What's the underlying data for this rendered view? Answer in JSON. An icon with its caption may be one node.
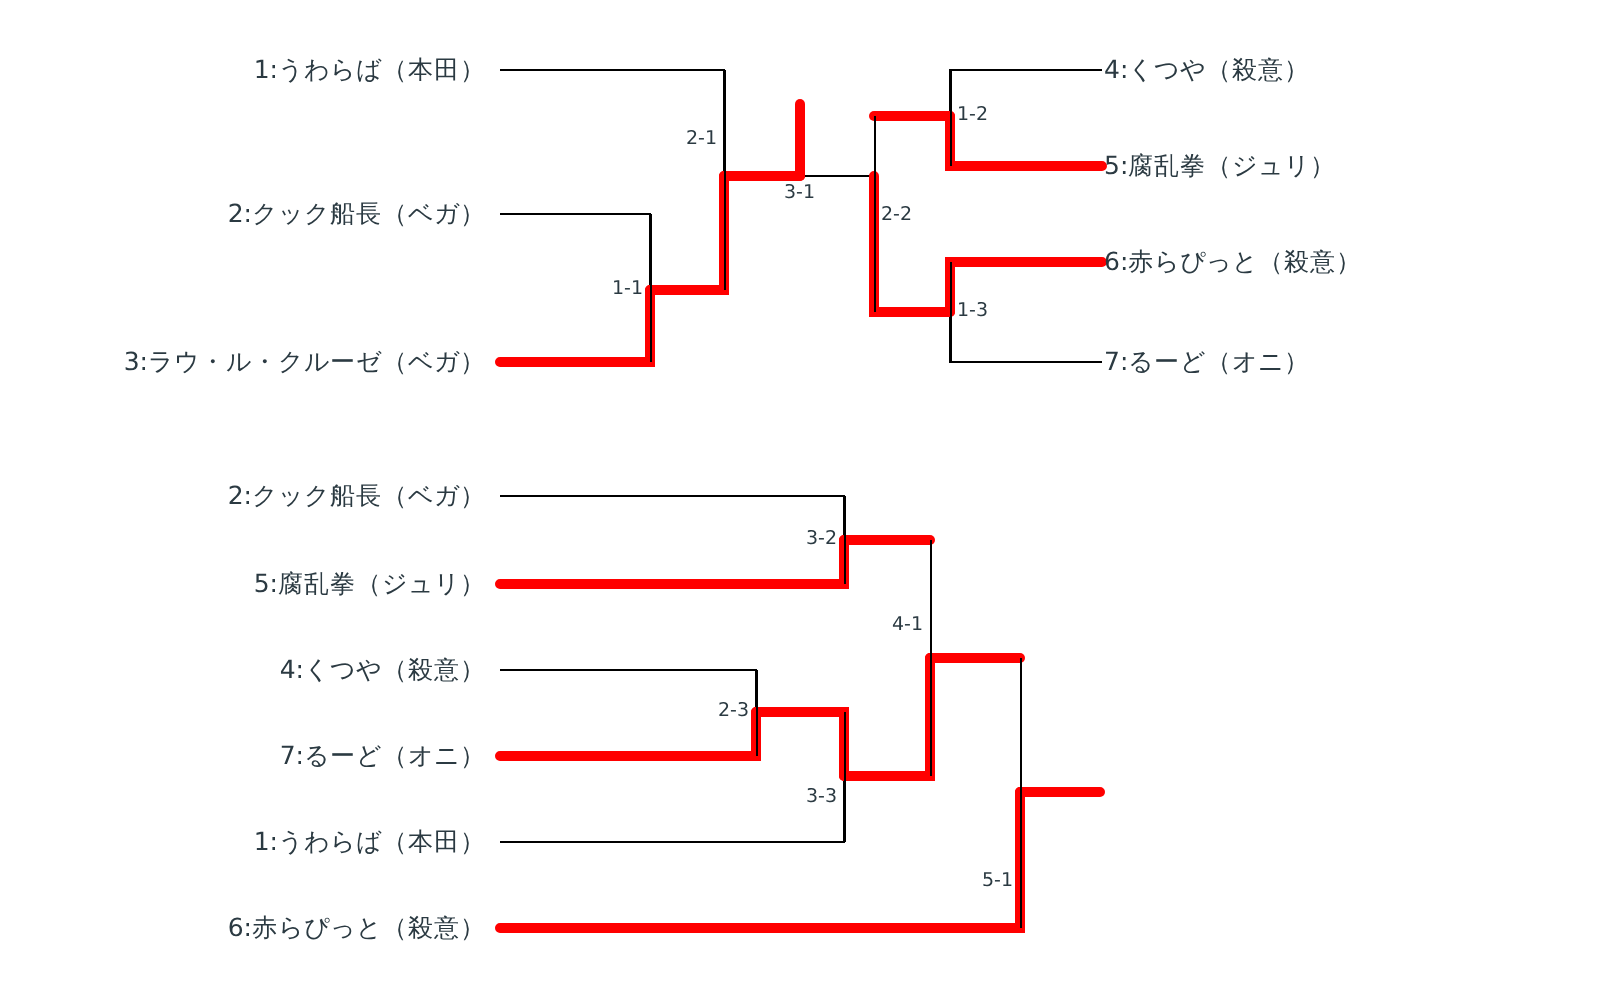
{
  "diagram": {
    "nodes": [
      {
        "text": [
          "1:うわらば（本田）"
        ]
      },
      {
        "text": [
          "2:クック船長（ベガ）"
        ]
      },
      {
        "text": [
          "3:ラウ・ル・クルーゼ（ベガ）"
        ]
      },
      {
        "text": [
          "4:くつや（殺意）"
        ]
      },
      {
        "text": [
          "5:腐乱拳（ジュリ）"
        ]
      },
      {
        "text": [
          "6:赤らぴっと（殺意）"
        ]
      },
      {
        "text": [
          "7:るーど（オニ）"
        ]
      },
      {
        "text": [
          "1-1"
        ]
      },
      {
        "text": [
          "2-1"
        ]
      },
      {
        "text": [
          "3-1"
        ]
      },
      {
        "text": [
          "1-2"
        ]
      },
      {
        "text": [
          "2-2"
        ]
      },
      {
        "text": [
          "1-3"
        ]
      },
      {
        "text": [
          "2:クック船長（ベガ）"
        ]
      },
      {
        "text": [
          "5:腐乱拳（ジュリ）"
        ]
      },
      {
        "text": [
          "4:くつや（殺意）"
        ]
      },
      {
        "text": [
          "7:るーど（オニ）"
        ]
      },
      {
        "text": [
          "1:うわらば（本田）"
        ]
      },
      {
        "text": [
          "6:赤らぴっと（殺意）"
        ]
      },
      {
        "text": [
          "3-2"
        ]
      },
      {
        "text": [
          "2-3"
        ]
      },
      {
        "text": [
          "3-3"
        ]
      },
      {
        "text": [
          "4-1"
        ]
      },
      {
        "text": [
          "5-1"
        ]
      }
    ],
    "edges": [
      {
        "from": 1,
        "to": 7,
        "arrow": "none",
        "color": "#000000"
      },
      {
        "from": 2,
        "to": 7,
        "arrow": "none"
      },
      {
        "from": 0,
        "to": 8,
        "arrow": "none",
        "color": "#000000"
      },
      {
        "from": 7,
        "to": 8,
        "arrow": "none"
      },
      {
        "from": 8,
        "to": 9,
        "arrow": "none"
      },
      {
        "from": 3,
        "to": 10,
        "arrow": "none",
        "color": "#000000"
      },
      {
        "from": 4,
        "to": 10,
        "arrow": "none"
      },
      {
        "from": 5,
        "to": 12,
        "arrow": "none"
      },
      {
        "from": 6,
        "to": 12,
        "arrow": "none",
        "color": "#000000"
      },
      {
        "from": 10,
        "to": 11,
        "arrow": "none"
      },
      {
        "from": 12,
        "to": 11,
        "arrow": "none"
      },
      {
        "from": 11,
        "to": 9,
        "arrow": "none",
        "color": "#000000"
      },
      {
        "from": 9,
        "to": null,
        "arrow": "none"
      },
      {
        "from": 13,
        "to": 19,
        "arrow": "none",
        "color": "#000000"
      },
      {
        "from": 14,
        "to": 19,
        "arrow": "none"
      },
      {
        "from": 15,
        "to": 20,
        "arrow": "none",
        "color": "#000000"
      },
      {
        "from": 16,
        "to": 20,
        "arrow": "none"
      },
      {
        "from": 17,
        "to": 21,
        "arrow": "none",
        "color": "#000000"
      },
      {
        "from": 20,
        "to": 21,
        "arrow": "none"
      },
      {
        "from": 19,
        "to": 22,
        "arrow": "none"
      },
      {
        "from": 21,
        "to": 22,
        "arrow": "none"
      },
      {
        "from": 18,
        "to": 23,
        "arrow": "none"
      },
      {
        "from": 22,
        "to": 23,
        "arrow": "none"
      },
      {
        "from": 23,
        "to": null,
        "arrow": "none"
      }
    ]
  }
}
